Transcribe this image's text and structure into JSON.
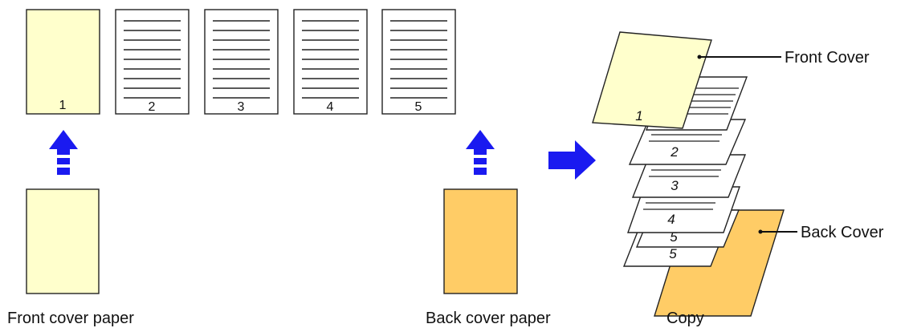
{
  "pages": [
    {
      "number": "1",
      "kind": "cover"
    },
    {
      "number": "2",
      "kind": "text"
    },
    {
      "number": "3",
      "kind": "text"
    },
    {
      "number": "4",
      "kind": "text"
    },
    {
      "number": "5",
      "kind": "text"
    }
  ],
  "labels": {
    "front_cover_paper": "Front cover paper",
    "back_cover_paper": "Back cover paper",
    "copy": "Copy",
    "front_cover": "Front Cover",
    "back_cover": "Back Cover"
  },
  "stack": {
    "cover_number": "1",
    "sheet_numbers": [
      "2",
      "3",
      "4",
      "5",
      "5"
    ]
  },
  "colors": {
    "front_cover": "#FFFFCC",
    "back_cover": "#FFCC66",
    "arrow": "#1A1AF0",
    "paper": "#FFFFFF",
    "outline": "#222222"
  },
  "icons": [
    "up-arrow-icon",
    "right-arrow-icon"
  ]
}
